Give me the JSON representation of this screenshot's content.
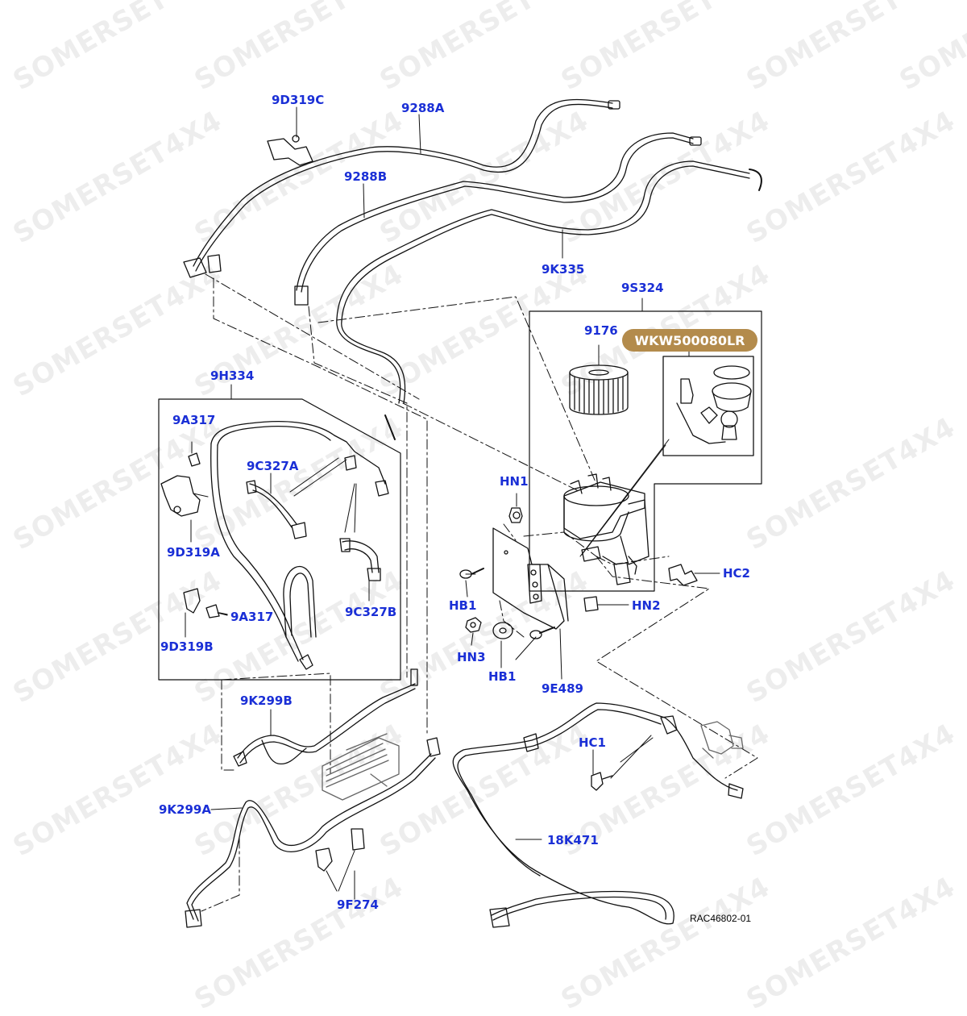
{
  "watermark": "SOMERSET4X4",
  "watermark_color": "#c8c8c8",
  "label_color": "#1a2fd6",
  "badge_color": "#b38b4c",
  "diagram_ref": "RAC46802-01",
  "badge": {
    "text": "WKW500080LR"
  },
  "labels": {
    "9D319C": "9D319C",
    "9288A": "9288A",
    "9288B": "9288B",
    "9K335": "9K335",
    "9S324": "9S324",
    "9176": "9176",
    "9H334": "9H334",
    "9A317_top": "9A317",
    "9C327A": "9C327A",
    "9D319A": "9D319A",
    "9A317_bottom": "9A317",
    "9D319B": "9D319B",
    "9C327B": "9C327B",
    "HN1": "HN1",
    "HC2": "HC2",
    "HB1_left": "HB1",
    "HN2": "HN2",
    "HN3": "HN3",
    "HB1_bottom": "HB1",
    "9E489": "9E489",
    "9K299B": "9K299B",
    "HC1": "HC1",
    "9K299A": "9K299A",
    "18K471": "18K471",
    "9F274": "9F274"
  }
}
